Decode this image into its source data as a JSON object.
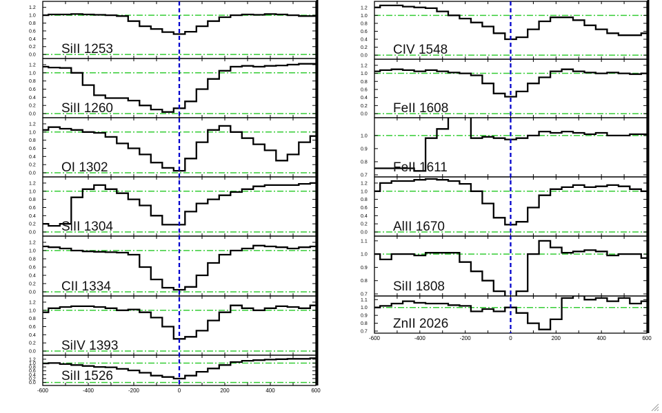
{
  "chart_data": [
    {
      "type": "line",
      "title": "",
      "xlabel": "",
      "ylabel": "",
      "xlim": [
        -600,
        600
      ],
      "x_ticks": [
        -600,
        -400,
        -200,
        0,
        200,
        400,
        600
      ],
      "x_tick_labels": [
        "-600",
        "-400",
        "-200",
        "0",
        "200",
        "400",
        "600"
      ],
      "reference_lines": {
        "flux_levels": [
          0.0,
          1.0
        ],
        "velocity": 0,
        "grid": false
      },
      "colors": {
        "spectrum": "#000000",
        "continuum_line": "#33cc33",
        "zero_velocity_line": "#0000cc"
      },
      "panels": [
        {
          "label": "SiII 1253",
          "ylim": [
            -0.05,
            1.3
          ],
          "y_ticks": [
            0.0,
            0.2,
            0.4,
            0.6,
            0.8,
            1.0,
            1.2
          ],
          "y_tick_labels": [
            "0.0",
            "0.2",
            "0.4",
            "0.6",
            "0.8",
            "1.0",
            "1.2"
          ],
          "x": [
            -600,
            -550,
            -500,
            -450,
            -400,
            -350,
            -300,
            -250,
            -200,
            -150,
            -100,
            -50,
            0,
            50,
            100,
            150,
            200,
            250,
            300,
            350,
            400,
            450,
            500,
            550,
            600
          ],
          "y": [
            1.0,
            1.02,
            1.02,
            1.03,
            1.02,
            1.01,
            1.0,
            0.98,
            0.85,
            0.72,
            0.65,
            0.57,
            0.52,
            0.58,
            0.72,
            0.85,
            0.95,
            1.0,
            1.02,
            1.01,
            1.03,
            1.02,
            1.0,
            0.98,
            0.98
          ]
        },
        {
          "label": "SiII 1260",
          "ylim": [
            -0.05,
            1.3
          ],
          "y_ticks": [
            0.0,
            0.2,
            0.4,
            0.6,
            0.8,
            1.0,
            1.2
          ],
          "y_tick_labels": [
            "0.0",
            "0.2",
            "0.4",
            "0.6",
            "0.8",
            "1.0",
            "1.2"
          ],
          "x": [
            -600,
            -550,
            -500,
            -450,
            -400,
            -350,
            -300,
            -250,
            -200,
            -150,
            -100,
            -50,
            0,
            50,
            100,
            150,
            200,
            250,
            300,
            350,
            400,
            450,
            500,
            550,
            600
          ],
          "y": [
            1.15,
            1.13,
            1.12,
            1.0,
            0.7,
            0.45,
            0.38,
            0.38,
            0.32,
            0.2,
            0.1,
            0.04,
            0.13,
            0.3,
            0.6,
            0.85,
            1.05,
            1.15,
            1.17,
            1.15,
            1.17,
            1.18,
            1.2,
            1.22,
            1.22
          ]
        },
        {
          "label": "OI 1302",
          "ylim": [
            -0.05,
            1.3
          ],
          "y_ticks": [
            0.0,
            0.2,
            0.4,
            0.6,
            0.8,
            1.0,
            1.2
          ],
          "y_tick_labels": [
            "0.0",
            "0.2",
            "0.4",
            "0.6",
            "0.8",
            "1.0",
            "1.2"
          ],
          "x": [
            -600,
            -550,
            -500,
            -450,
            -400,
            -350,
            -300,
            -250,
            -200,
            -150,
            -100,
            -50,
            0,
            50,
            100,
            150,
            200,
            250,
            300,
            350,
            400,
            450,
            500,
            550,
            600
          ],
          "y": [
            1.05,
            1.12,
            1.08,
            1.05,
            1.0,
            0.98,
            0.88,
            0.72,
            0.6,
            0.45,
            0.25,
            0.12,
            0.05,
            0.35,
            0.75,
            1.05,
            1.15,
            1.0,
            0.85,
            0.7,
            0.55,
            0.3,
            0.45,
            0.75,
            0.9
          ]
        },
        {
          "label": "SiII 1304",
          "ylim": [
            -0.05,
            1.3
          ],
          "y_ticks": [
            0.0,
            0.2,
            0.4,
            0.6,
            0.8,
            1.0,
            1.2
          ],
          "y_tick_labels": [
            "0.0",
            "0.2",
            "0.4",
            "0.6",
            "0.8",
            "1.0",
            "1.2"
          ],
          "x": [
            -600,
            -550,
            -500,
            -450,
            -400,
            -350,
            -300,
            -250,
            -200,
            -150,
            -100,
            -50,
            0,
            50,
            100,
            150,
            200,
            250,
            300,
            350,
            400,
            450,
            500,
            550,
            600
          ],
          "y": [
            0.2,
            0.15,
            0.2,
            0.85,
            1.05,
            1.15,
            1.05,
            0.95,
            0.8,
            0.65,
            0.4,
            0.18,
            0.18,
            0.5,
            0.7,
            0.8,
            0.9,
            0.98,
            1.05,
            1.12,
            1.15,
            1.15,
            1.15,
            1.18,
            1.2
          ]
        },
        {
          "label": "CII 1334",
          "ylim": [
            -0.05,
            1.3
          ],
          "y_ticks": [
            0.0,
            0.2,
            0.4,
            0.6,
            0.8,
            1.0,
            1.2
          ],
          "y_tick_labels": [
            "0.0",
            "0.2",
            "0.4",
            "0.6",
            "0.8",
            "1.0",
            "1.2"
          ],
          "x": [
            -600,
            -550,
            -500,
            -450,
            -400,
            -350,
            -300,
            -250,
            -200,
            -150,
            -100,
            -50,
            0,
            50,
            100,
            150,
            200,
            250,
            300,
            350,
            400,
            450,
            500,
            550,
            600
          ],
          "y": [
            1.1,
            1.08,
            1.05,
            1.0,
            0.98,
            0.97,
            0.96,
            0.95,
            0.9,
            0.6,
            0.3,
            0.1,
            0.05,
            0.12,
            0.4,
            0.7,
            0.9,
            1.0,
            1.05,
            1.12,
            1.1,
            1.08,
            1.05,
            1.08,
            1.1
          ]
        },
        {
          "label": "SiIV 1393",
          "ylim": [
            -0.05,
            1.3
          ],
          "y_ticks": [
            0.0,
            0.2,
            0.4,
            0.6,
            0.8,
            1.0,
            1.2
          ],
          "y_tick_labels": [
            "0.0",
            "0.2",
            "0.4",
            "0.6",
            "0.8",
            "1.0",
            "1.2"
          ],
          "x": [
            -600,
            -550,
            -500,
            -450,
            -400,
            -350,
            -300,
            -250,
            -200,
            -150,
            -100,
            -50,
            0,
            50,
            100,
            150,
            200,
            250,
            300,
            350,
            400,
            450,
            500,
            550,
            600
          ],
          "y": [
            0.95,
            1.05,
            1.08,
            1.1,
            1.1,
            1.08,
            1.05,
            1.0,
            1.02,
            0.95,
            0.82,
            0.6,
            0.3,
            0.35,
            0.5,
            0.75,
            0.95,
            1.12,
            1.05,
            1.0,
            1.05,
            1.1,
            1.08,
            1.05,
            1.12
          ]
        },
        {
          "label": "SiII 1526",
          "ylim": [
            -0.05,
            1.3
          ],
          "y_ticks": [
            0.0,
            0.2,
            0.4,
            0.6,
            0.8,
            1.0,
            1.2
          ],
          "y_tick_labels": [
            "0.0",
            "0.2",
            "0.4",
            "0.6",
            "0.8",
            "1.0",
            "1.2"
          ],
          "x": [
            -600,
            -550,
            -500,
            -450,
            -400,
            -350,
            -300,
            -250,
            -200,
            -150,
            -100,
            -50,
            0,
            50,
            100,
            150,
            200,
            250,
            300,
            350,
            400,
            450,
            500,
            550,
            600
          ],
          "y": [
            0.98,
            1.0,
            0.95,
            0.9,
            0.85,
            0.8,
            0.78,
            0.7,
            0.62,
            0.5,
            0.35,
            0.28,
            0.2,
            0.35,
            0.55,
            0.72,
            0.9,
            1.05,
            1.12,
            1.15,
            1.18,
            1.2,
            1.22,
            1.22,
            1.25
          ]
        }
      ]
    },
    {
      "type": "line",
      "title": "",
      "xlabel": "",
      "ylabel": "",
      "xlim": [
        -600,
        600
      ],
      "x_ticks": [
        -600,
        -400,
        -200,
        0,
        200,
        400,
        600
      ],
      "x_tick_labels": [
        "-600",
        "-400",
        "-200",
        "0",
        "200",
        "400",
        "600"
      ],
      "reference_lines": {
        "flux_levels": [
          0.0,
          1.0
        ],
        "velocity": 0,
        "grid": false
      },
      "colors": {
        "spectrum": "#000000",
        "continuum_line": "#33cc33",
        "zero_velocity_line": "#0000cc"
      },
      "panels": [
        {
          "label": "CIV 1548",
          "ylim": [
            -0.05,
            1.3
          ],
          "y_ticks": [
            0.0,
            0.2,
            0.4,
            0.6,
            0.8,
            1.0,
            1.2
          ],
          "y_tick_labels": [
            "0.0",
            "0.2",
            "0.4",
            "0.6",
            "0.8",
            "1.0",
            "1.2"
          ],
          "x": [
            -600,
            -550,
            -500,
            -450,
            -400,
            -350,
            -300,
            -250,
            -200,
            -150,
            -100,
            -50,
            0,
            50,
            100,
            150,
            200,
            250,
            300,
            350,
            400,
            450,
            500,
            550,
            600
          ],
          "y": [
            1.2,
            1.25,
            1.25,
            1.22,
            1.2,
            1.18,
            1.1,
            1.0,
            0.92,
            0.82,
            0.72,
            0.55,
            0.4,
            0.45,
            0.65,
            0.85,
            0.95,
            0.95,
            0.88,
            0.75,
            0.65,
            0.55,
            0.5,
            0.5,
            0.55
          ]
        },
        {
          "label": "FeII 1608",
          "ylim": [
            -0.05,
            1.3
          ],
          "y_ticks": [
            0.0,
            0.2,
            0.4,
            0.6,
            0.8,
            1.0,
            1.2
          ],
          "y_tick_labels": [
            "0.0",
            "0.2",
            "0.4",
            "0.6",
            "0.8",
            "1.0",
            "1.2"
          ],
          "x": [
            -600,
            -550,
            -500,
            -450,
            -400,
            -350,
            -300,
            -250,
            -200,
            -150,
            -100,
            -50,
            0,
            50,
            100,
            150,
            200,
            250,
            300,
            350,
            400,
            450,
            500,
            550,
            600
          ],
          "y": [
            1.05,
            1.08,
            1.1,
            1.08,
            1.05,
            1.08,
            1.05,
            1.02,
            1.0,
            0.95,
            0.75,
            0.5,
            0.42,
            0.55,
            0.75,
            0.9,
            1.05,
            1.1,
            1.05,
            1.02,
            1.0,
            1.02,
            1.0,
            0.98,
            1.0
          ]
        },
        {
          "label": "FeII 1611",
          "ylim": [
            0.7,
            1.12
          ],
          "y_ticks": [
            0.7,
            0.8,
            0.9,
            1.0
          ],
          "y_tick_labels": [
            "0.7",
            "0.8",
            "0.9",
            "1.0"
          ],
          "x": [
            -600,
            -550,
            -500,
            -450,
            -400,
            -350,
            -300,
            -250,
            -200,
            -150,
            -100,
            -50,
            0,
            50,
            100,
            150,
            200,
            250,
            300,
            350,
            400,
            450,
            500,
            550,
            600
          ],
          "y": [
            0.75,
            0.75,
            0.75,
            0.75,
            0.73,
            0.98,
            1.05,
            1.15,
            1.2,
            0.98,
            0.99,
            0.98,
            0.97,
            0.98,
            1.0,
            1.03,
            1.02,
            1.03,
            1.02,
            1.01,
            1.02,
            1.0,
            1.0,
            1.01,
            1.01
          ]
        },
        {
          "label": "AlII 1670",
          "ylim": [
            -0.05,
            1.3
          ],
          "y_ticks": [
            0.0,
            0.2,
            0.4,
            0.6,
            0.8,
            1.0,
            1.2
          ],
          "y_tick_labels": [
            "0.0",
            "0.2",
            "0.4",
            "0.6",
            "0.8",
            "1.0",
            "1.2"
          ],
          "x": [
            -600,
            -550,
            -500,
            -450,
            -400,
            -350,
            -300,
            -250,
            -200,
            -150,
            -100,
            -50,
            0,
            50,
            100,
            150,
            200,
            250,
            300,
            350,
            400,
            450,
            500,
            550,
            600
          ],
          "y": [
            1.0,
            1.2,
            1.25,
            1.25,
            1.28,
            1.3,
            1.28,
            1.25,
            1.18,
            1.0,
            0.7,
            0.35,
            0.18,
            0.25,
            0.6,
            0.9,
            1.05,
            1.1,
            1.15,
            1.1,
            1.12,
            1.15,
            1.12,
            1.05,
            1.0
          ]
        },
        {
          "label": "SiII 1808",
          "ylim": [
            0.7,
            1.12
          ],
          "y_ticks": [
            0.7,
            0.8,
            0.9,
            1.0,
            1.1
          ],
          "y_tick_labels": [
            "0.7",
            "0.8",
            "0.9",
            "1.0",
            "1.1"
          ],
          "x": [
            -600,
            -550,
            -500,
            -450,
            -400,
            -350,
            -300,
            -250,
            -200,
            -150,
            -100,
            -50,
            0,
            50,
            100,
            150,
            200,
            250,
            300,
            350,
            400,
            450,
            500,
            550,
            600
          ],
          "y": [
            1.0,
            0.96,
            1.0,
            1.0,
            0.99,
            1.01,
            1.01,
            1.01,
            0.94,
            0.87,
            0.8,
            0.72,
            0.55,
            0.72,
            1.0,
            1.1,
            1.05,
            1.01,
            1.02,
            1.03,
            1.02,
            0.99,
            1.0,
            1.0,
            0.97
          ]
        },
        {
          "label": "ZnII 2026",
          "ylim": [
            0.7,
            1.12
          ],
          "y_ticks": [
            0.7,
            0.8,
            0.9,
            1.0,
            1.1
          ],
          "y_tick_labels": [
            "0.7",
            "0.8",
            "0.9",
            "1.0",
            "1.1"
          ],
          "x": [
            -600,
            -550,
            -500,
            -450,
            -400,
            -350,
            -300,
            -250,
            -200,
            -150,
            -100,
            -50,
            0,
            50,
            100,
            150,
            200,
            250,
            300,
            350,
            400,
            450,
            500,
            550,
            600
          ],
          "y": [
            1.0,
            1.02,
            1.05,
            1.08,
            1.06,
            1.05,
            1.05,
            1.03,
            1.02,
            0.95,
            0.98,
            0.95,
            1.0,
            0.93,
            0.8,
            0.72,
            0.85,
            1.12,
            1.15,
            1.1,
            1.12,
            1.08,
            1.12,
            1.05,
            1.08
          ]
        }
      ]
    }
  ]
}
